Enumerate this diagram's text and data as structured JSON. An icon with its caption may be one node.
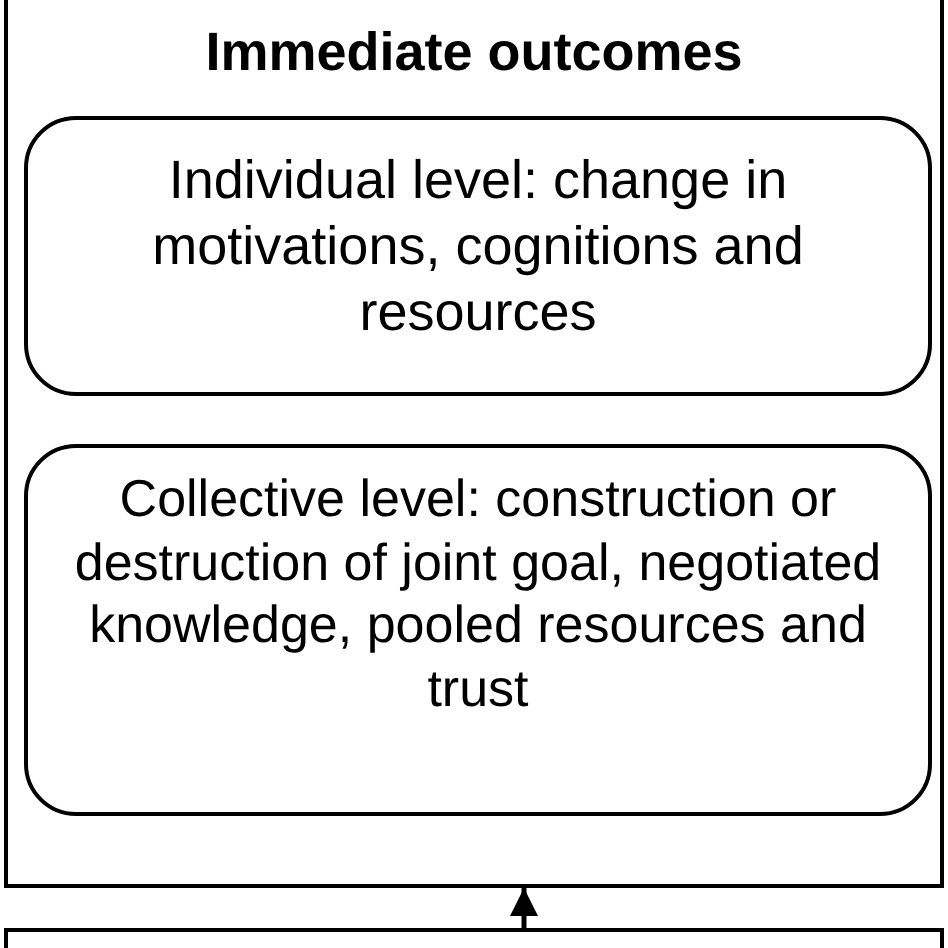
{
  "diagram": {
    "nodes": [
      {
        "text": [
          "Immediate outcomes"
        ]
      },
      {
        "text": [
          "Individual level: change in motivations, cognitions and resources"
        ],
        "in": 0
      },
      {
        "text": [
          "Collective level: construction or destruction of joint goal, negotiated knowledge, pooled resources and trust"
        ],
        "in": 0
      },
      {
        "text": [],
        "shape": "box"
      }
    ],
    "edges": [
      {
        "from": 3,
        "to": 0,
        "arrow": "to"
      }
    ]
  }
}
